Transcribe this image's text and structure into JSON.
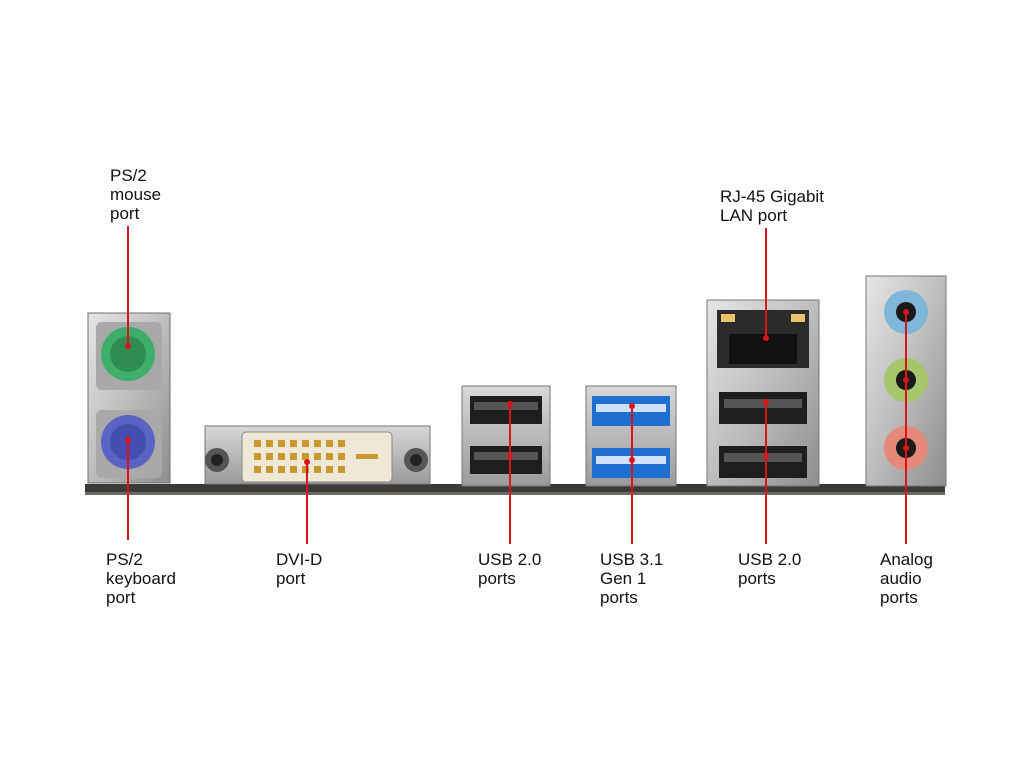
{
  "labels": {
    "ps2_mouse": [
      "PS/2",
      "mouse",
      "port"
    ],
    "rj45": [
      "RJ-45 Gigabit",
      "LAN port"
    ],
    "ps2_keyboard": [
      "PS/2",
      "keyboard",
      "port"
    ],
    "dvi": [
      "DVI-D",
      "port"
    ],
    "usb2_left": [
      "USB 2.0",
      "ports"
    ],
    "usb31": [
      "USB 3.1",
      "Gen 1",
      "ports"
    ],
    "usb2_right": [
      "USB 2.0",
      "ports"
    ],
    "audio": [
      "Analog",
      "audio",
      "ports"
    ]
  },
  "colors": {
    "leader": "#d9141c",
    "ps2_mouse": "#3fae6a",
    "ps2_keyboard": "#5a63c2",
    "usb3": "#1f6fd1",
    "audio_line_in": "#7fb6d9",
    "audio_line_out": "#a7c56a",
    "audio_mic": "#e58a7a"
  }
}
